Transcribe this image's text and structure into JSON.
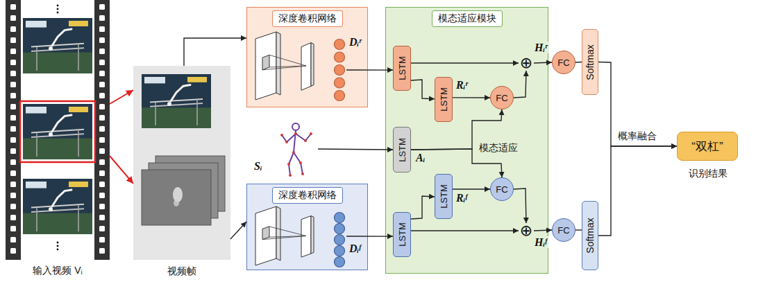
{
  "diagram": {
    "nodes": [
      {
        "text": [
          "输入视频 Vᵢ"
        ]
      },
      {
        "text": [
          "视频帧"
        ]
      },
      {
        "text": [
          "深度卷积网络"
        ]
      },
      {
        "text": [
          "Dᵢʳ"
        ],
        "in": 2
      },
      {
        "text": [
          "Sᵢ"
        ]
      },
      {
        "text": [
          "深度卷积网络"
        ]
      },
      {
        "text": [
          "Dᵢᶠ"
        ],
        "in": 5
      },
      {
        "text": [
          "模态适应模块"
        ]
      },
      {
        "text": [
          "LSTM"
        ],
        "in": 7
      },
      {
        "text": [
          "LSTM"
        ],
        "in": 7
      },
      {
        "text": [
          "LSTM"
        ],
        "in": 7
      },
      {
        "text": [
          "LSTM"
        ],
        "in": 7
      },
      {
        "text": [
          "LSTM"
        ],
        "in": 7
      },
      {
        "text": [
          "FC"
        ],
        "in": 7
      },
      {
        "text": [
          "FC"
        ],
        "in": 7
      },
      {
        "text": [
          "⊕"
        ],
        "in": 7
      },
      {
        "text": [
          "⊕"
        ],
        "in": 7
      },
      {
        "text": [
          "FC"
        ]
      },
      {
        "text": [
          "FC"
        ]
      },
      {
        "text": [
          "Softmax"
        ]
      },
      {
        "text": [
          "Softmax"
        ]
      },
      {
        "text": [
          "“双杠”",
          "识别结果"
        ]
      }
    ],
    "edges": [
      {
        "from": 0,
        "to": 1,
        "arrow": "to"
      },
      {
        "from": 0,
        "to": 1,
        "arrow": "to"
      },
      {
        "from": 1,
        "to": 2,
        "arrow": "to"
      },
      {
        "from": 1,
        "to": 5,
        "arrow": "to"
      },
      {
        "from": 3,
        "to": 8,
        "arrow": "to"
      },
      {
        "from": 8,
        "to": 15,
        "arrow": "to"
      },
      {
        "from": 8,
        "to": 9,
        "arrow": "to"
      },
      {
        "from": 9,
        "to": 13,
        "arrow": "to",
        "label": "Rᵢʳ"
      },
      {
        "from": 13,
        "to": 15,
        "arrow": "to"
      },
      {
        "from": 15,
        "to": 17,
        "arrow": "to",
        "label": "Hᵢʳ"
      },
      {
        "from": 17,
        "to": 19,
        "arrow": "none"
      },
      {
        "from": 19,
        "to": 21,
        "arrow": "to"
      },
      {
        "from": 4,
        "to": 10,
        "arrow": "to"
      },
      {
        "from": 10,
        "to": 13,
        "arrow": "to",
        "label": "Aᵢ"
      },
      {
        "from": 10,
        "to": 14,
        "arrow": "to"
      },
      {
        "from": 6,
        "to": 12,
        "arrow": "to"
      },
      {
        "from": 12,
        "to": 16,
        "arrow": "to"
      },
      {
        "from": 12,
        "to": 11,
        "arrow": "to"
      },
      {
        "from": 11,
        "to": 14,
        "arrow": "to",
        "label": "Rᵢᶠ"
      },
      {
        "from": 14,
        "to": 16,
        "arrow": "to"
      },
      {
        "from": 16,
        "to": 18,
        "arrow": "to",
        "label": "Hᵢᶠ"
      },
      {
        "from": 18,
        "to": 20,
        "arrow": "none"
      },
      {
        "from": 20,
        "to": 21,
        "arrow": "to"
      }
    ],
    "labels": [
      "模态适应",
      "概率融合"
    ]
  }
}
